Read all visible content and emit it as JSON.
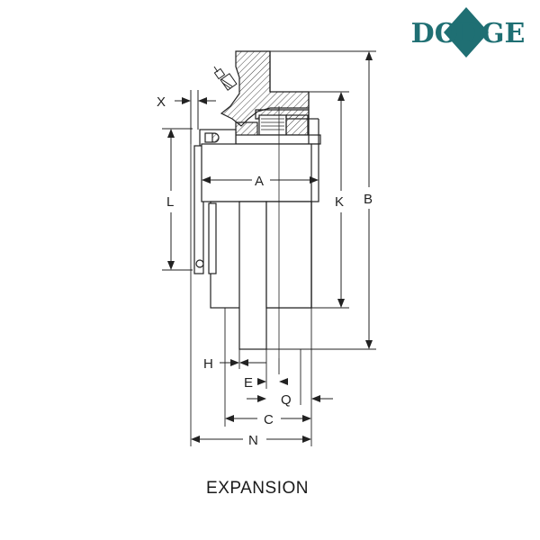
{
  "brand": {
    "logo_text": "DODGE",
    "logo_color": "#1f6f73"
  },
  "dimension_labels": {
    "x": "X",
    "a": "A",
    "l": "L",
    "k": "K",
    "b": "B",
    "h": "H",
    "e": "E",
    "q": "Q",
    "c": "C",
    "n": "N"
  },
  "caption": "EXPANSION",
  "colors": {
    "line": "#222222",
    "hatch": "#444444"
  }
}
